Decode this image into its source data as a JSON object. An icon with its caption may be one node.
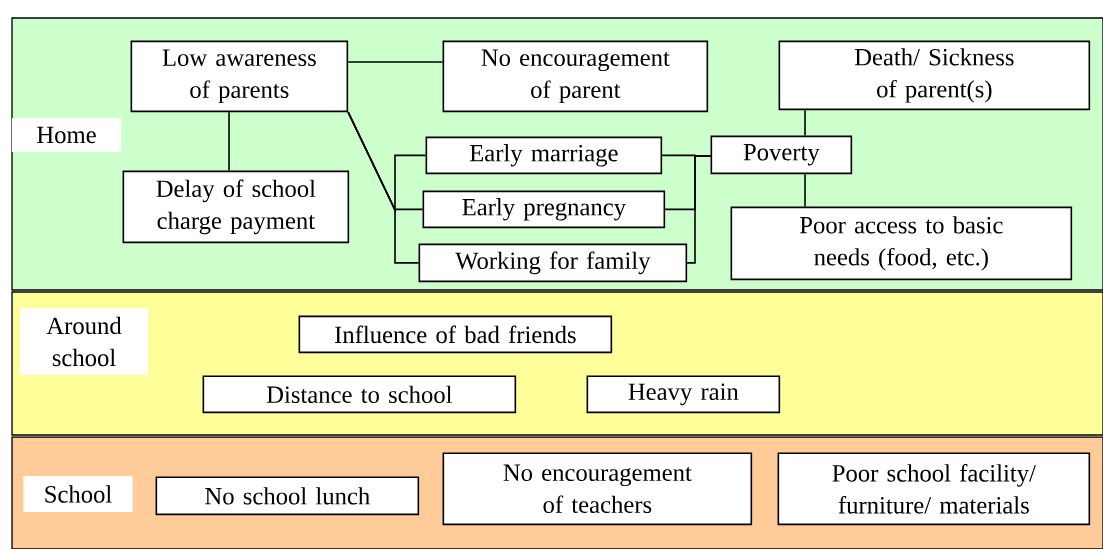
{
  "diagram": {
    "nodes": [
      {
        "text": [
          "Home"
        ]
      },
      {
        "text": [
          "Low awareness of parents"
        ],
        "in": 0
      },
      {
        "text": [
          "No encouragement of parent"
        ],
        "in": 0
      },
      {
        "text": [
          "Death/ Sickness of parent(s)"
        ],
        "in": 0
      },
      {
        "text": [
          "Delay of school charge payment"
        ],
        "in": 0
      },
      {
        "text": [
          "Early marriage"
        ],
        "in": 0
      },
      {
        "text": [
          "Poverty"
        ],
        "in": 0
      },
      {
        "text": [
          "Early pregnancy"
        ],
        "in": 0
      },
      {
        "text": [
          "Working for family"
        ],
        "in": 0
      },
      {
        "text": [
          "Poor access to basic needs (food, etc.)"
        ],
        "in": 0
      },
      {
        "text": [
          "Around school"
        ]
      },
      {
        "text": [
          "Influence of bad friends"
        ],
        "in": 10
      },
      {
        "text": [
          "Distance to school"
        ],
        "in": 10
      },
      {
        "text": [
          "Heavy rain"
        ],
        "in": 10
      },
      {
        "text": [
          "School"
        ]
      },
      {
        "text": [
          "No school lunch"
        ],
        "in": 14
      },
      {
        "text": [
          "No encouragement of teachers"
        ],
        "in": 14
      },
      {
        "text": [
          "Poor school facility/ furniture/ materials"
        ],
        "in": 14
      }
    ],
    "edges": [
      {
        "from": 1,
        "to": 2,
        "arrow": "none"
      },
      {
        "from": 1,
        "to": 4,
        "arrow": "none"
      },
      {
        "from": 1,
        "to": 5,
        "arrow": "none"
      },
      {
        "from": 1,
        "to": 7,
        "arrow": "none"
      },
      {
        "from": 1,
        "to": 8,
        "arrow": "none"
      },
      {
        "from": 5,
        "to": 6,
        "arrow": "none"
      },
      {
        "from": 7,
        "to": 6,
        "arrow": "none"
      },
      {
        "from": 8,
        "to": 6,
        "arrow": "none"
      },
      {
        "from": 3,
        "to": 6,
        "arrow": "none"
      },
      {
        "from": 6,
        "to": 9,
        "arrow": "none"
      }
    ]
  }
}
